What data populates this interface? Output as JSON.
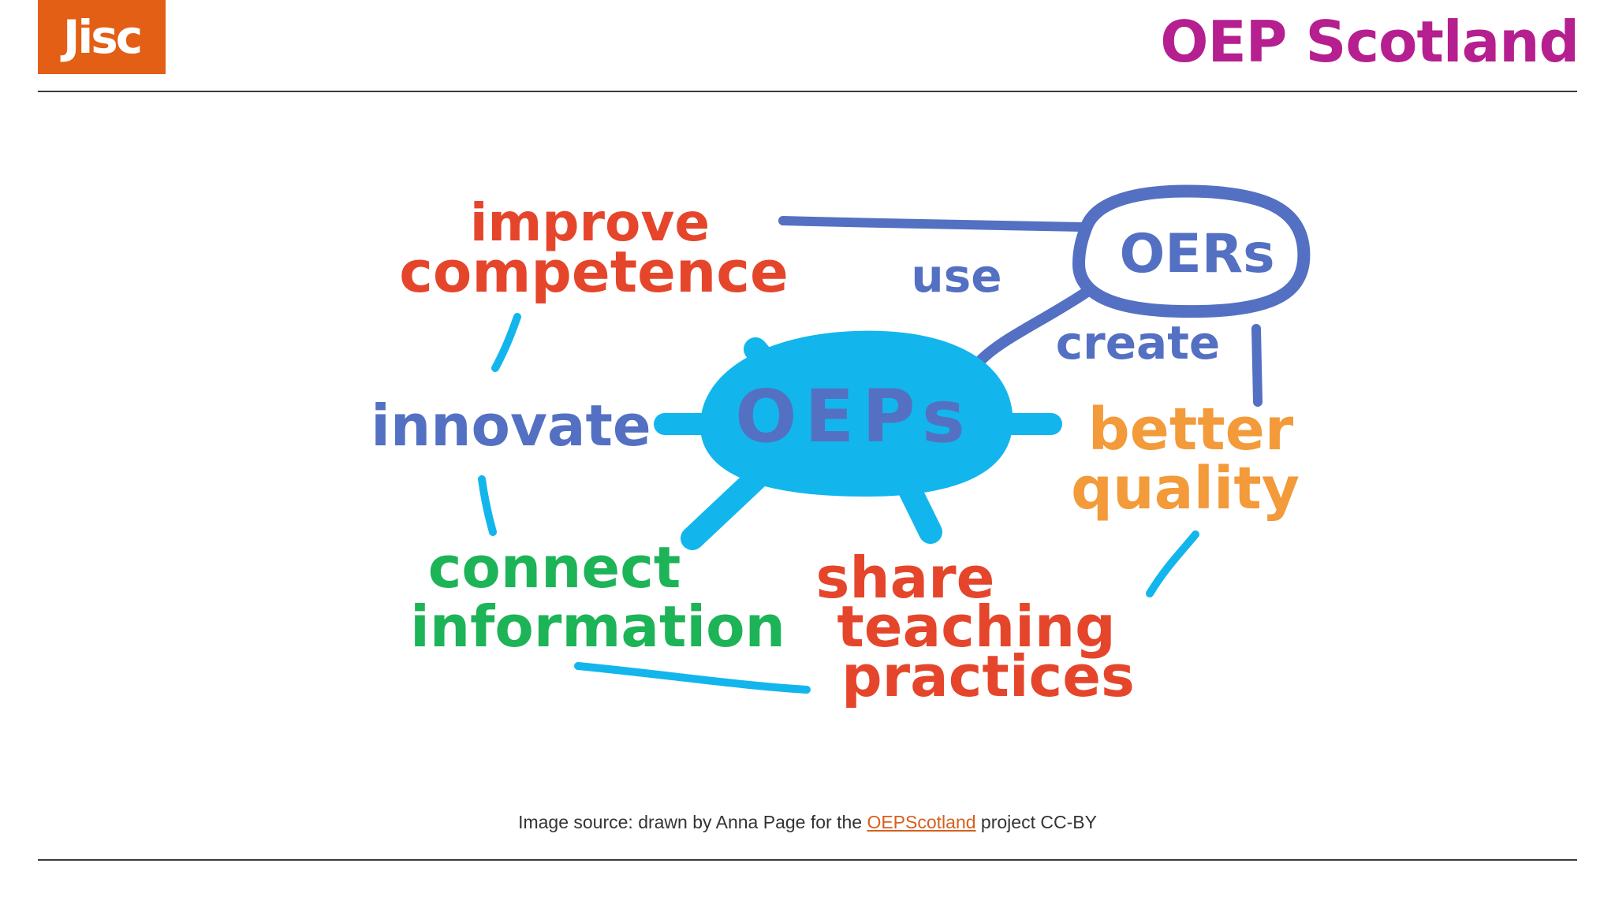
{
  "header": {
    "logo_text": "Jisc",
    "title": "OEP Scotland"
  },
  "diagram": {
    "center": "OEPs",
    "oers": "OERs",
    "use": "use",
    "create": "create",
    "improve_competence": [
      "improve",
      "competence"
    ],
    "innovate": "innovate",
    "connect_information": [
      "connect",
      "information"
    ],
    "share_teaching_practices": [
      "share",
      "teaching",
      "practices"
    ],
    "better_quality": [
      "better",
      "quality"
    ]
  },
  "caption": {
    "prefix": "Image source: drawn by Anna Page for the ",
    "link": "OEPScotland",
    "suffix": " project CC-BY"
  },
  "colors": {
    "logo_bg": "#e35f16",
    "title": "#b51f8f",
    "red": "#e5462b",
    "blue_ink": "#5470c2",
    "cyan": "#12b6ec",
    "green": "#1db357",
    "orange": "#f39a3a",
    "link": "#d5601e"
  }
}
